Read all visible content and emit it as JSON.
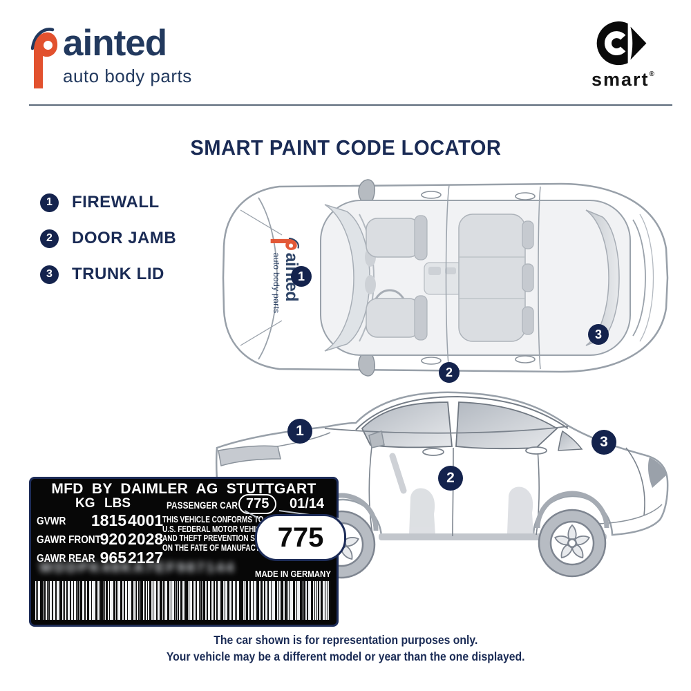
{
  "brand": {
    "p": "P",
    "rest": "ainted",
    "tagline": "auto body parts"
  },
  "smart": {
    "word": "smart",
    "registered": "®"
  },
  "title": "SMART PAINT CODE LOCATOR",
  "legend": {
    "items": [
      {
        "num": "1",
        "label": "FIREWALL"
      },
      {
        "num": "2",
        "label": "DOOR JAMB"
      },
      {
        "num": "3",
        "label": "TRUNK LID"
      }
    ]
  },
  "plate": {
    "header": "MFD BY DAIMLER AG STUTTGART",
    "col_kg": "KG",
    "col_lbs": "LBS",
    "passenger_car": "PASSENGER CAR",
    "paint_code": "775",
    "date": "01/14",
    "rows": [
      {
        "label": "GVWR",
        "kg": "1815",
        "lbs": "4001"
      },
      {
        "label": "GAWR FRONT",
        "kg": "920",
        "lbs": "2028"
      },
      {
        "label": "GAWR REAR",
        "kg": "965",
        "lbs": "2127"
      }
    ],
    "conformity": [
      "THIS VEHICLE CONFORMS TO ALL APPLICABLE",
      "U.S. FEDERAL MOTOR VEHICLE",
      "AND THEFT PREVENTION STA",
      "ON THE FATE OF  MANUFACTU"
    ],
    "vin_blurred": "WDDPK48KA7EF987144",
    "made_in": "MADE IN GERMANY"
  },
  "footer": {
    "line1": "The car shown is for representation purposes only.",
    "line2": "Your vehicle may be a different model or year than the one displayed."
  },
  "colors": {
    "navy": "#1a2b55",
    "marker_navy": "#14234d",
    "brand_orange": "#e2512e",
    "brand_navy": "#22395e",
    "plate_bg": "#070707",
    "plate_border": "#1d2c58",
    "smart_black": "#0a0a0a"
  }
}
